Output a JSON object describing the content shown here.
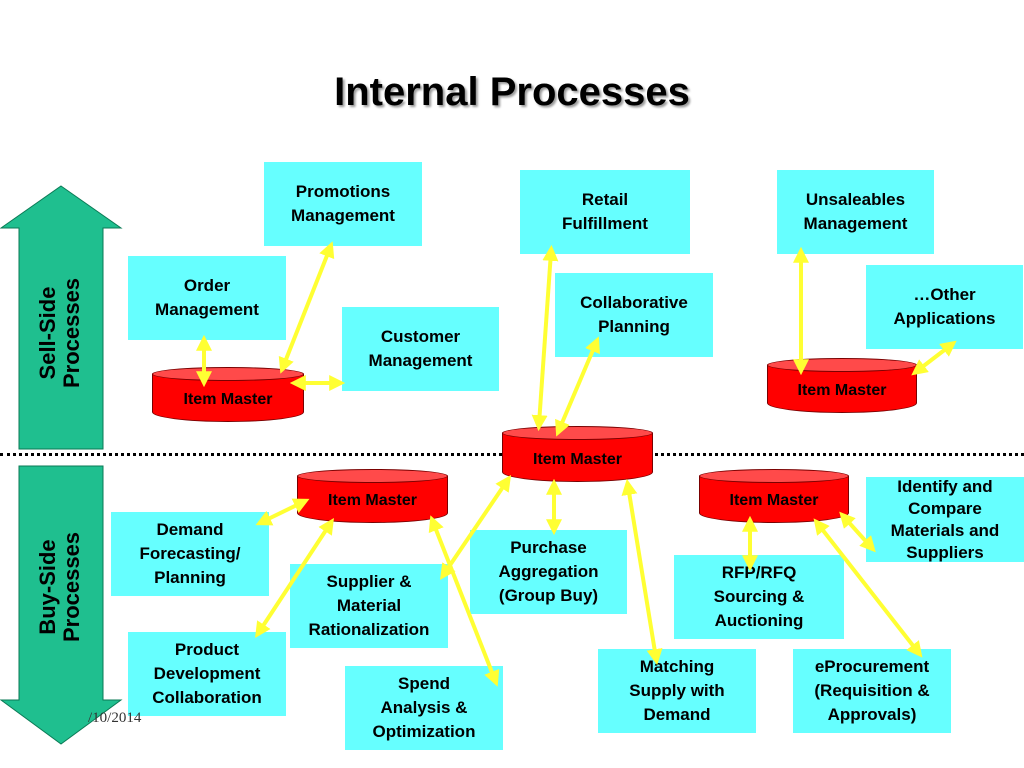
{
  "title": "Internal Processes",
  "sides": {
    "sell": "Sell-Side\nProcesses",
    "buy": "Buy-Side\nProcesses"
  },
  "date": "/10/2014",
  "colors": {
    "box": "#66ffff",
    "cylinder": "#ff0000",
    "arrow": "#ffff33",
    "side_arrow": "#1fbf8f"
  },
  "boxes": {
    "promotions": "Promotions\nManagement",
    "retail": "Retail\nFulfillment",
    "unsaleables": "Unsaleables\nManagement",
    "order": "Order\nManagement",
    "collab_planning": "Collaborative\nPlanning",
    "other_apps": "…Other\nApplications",
    "customer": "Customer\nManagement",
    "identify": "Identify  and\nCompare\nMaterials and\nSuppliers",
    "demand": "Demand\nForecasting/\nPlanning",
    "purchase": "Purchase\nAggregation\n(Group Buy)",
    "supplier": "Supplier &\nMaterial\nRationalization",
    "rfp": "RFP/RFQ\nSourcing &\nAuctioning",
    "product": "Product\nDevelopment\nCollaboration",
    "spend": "Spend\nAnalysis &\nOptimization",
    "matching": "Matching\nSupply with\nDemand",
    "eprocurement": "eProcurement\n(Requisition &\nApprovals)"
  },
  "cylinders": {
    "sell_left": "Item Master",
    "sell_right": "Item Master",
    "center": "Item Master",
    "buy_left": "Item Master",
    "buy_right": "Item Master"
  }
}
